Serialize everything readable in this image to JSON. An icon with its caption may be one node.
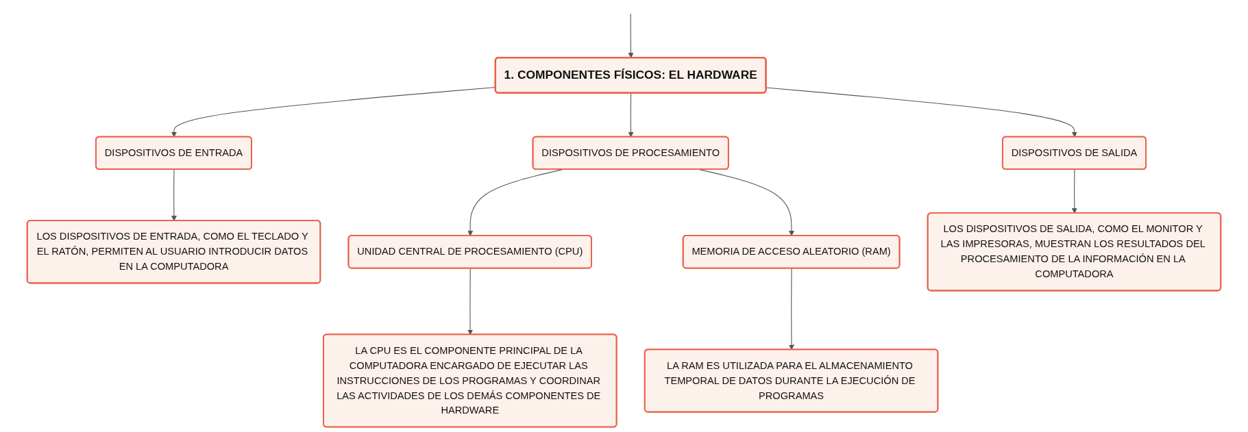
{
  "diagram": {
    "nodes": [
      {
        "text": [
          "1. COMPONENTES FÍSICOS: EL HARDWARE"
        ]
      },
      {
        "text": [
          "DISPOSITIVOS DE ENTRADA"
        ]
      },
      {
        "text": [
          "DISPOSITIVOS DE PROCESAMIENTO"
        ]
      },
      {
        "text": [
          "DISPOSITIVOS DE SALIDA"
        ]
      },
      {
        "text": [
          "LOS DISPOSITIVOS DE ENTRADA, COMO EL TECLADO Y EL RATÓN, PERMITEN AL USUARIO INTRODUCIR DATOS EN LA COMPUTADORA"
        ]
      },
      {
        "text": [
          "UNIDAD CENTRAL DE PROCESAMIENTO (CPU)"
        ]
      },
      {
        "text": [
          "MEMORIA DE ACCESO ALEATORIO (RAM)"
        ]
      },
      {
        "text": [
          "LOS DISPOSITIVOS DE SALIDA, COMO EL MONITOR Y LAS IMPRESORAS, MUESTRAN LOS RESULTADOS DEL PROCESAMIENTO DE LA INFORMACIÓN EN LA COMPUTADORA"
        ]
      },
      {
        "text": [
          "LA CPU ES EL COMPONENTE PRINCIPAL DE LA COMPUTADORA ENCARGADO DE EJECUTAR LAS INSTRUCCIONES DE LOS PROGRAMAS Y COORDINAR LAS ACTIVIDADES DE LOS DEMÁS COMPONENTES DE HARDWARE"
        ]
      },
      {
        "text": [
          "LA RAM ES UTILIZADA PARA EL ALMACENAMIENTO TEMPORAL DE DATOS DURANTE LA EJECUCIÓN DE PROGRAMAS"
        ]
      }
    ],
    "edges": [
      {
        "from": null,
        "to": 0,
        "arrow": "to"
      },
      {
        "from": 0,
        "to": 1,
        "arrow": "to"
      },
      {
        "from": 0,
        "to": 2,
        "arrow": "to"
      },
      {
        "from": 0,
        "to": 3,
        "arrow": "to"
      },
      {
        "from": 1,
        "to": 4,
        "arrow": "to"
      },
      {
        "from": 2,
        "to": 5,
        "arrow": "to"
      },
      {
        "from": 2,
        "to": 6,
        "arrow": "to"
      },
      {
        "from": 3,
        "to": 7,
        "arrow": "to"
      },
      {
        "from": 5,
        "to": 8,
        "arrow": "to"
      },
      {
        "from": 6,
        "to": 9,
        "arrow": "to"
      }
    ]
  }
}
